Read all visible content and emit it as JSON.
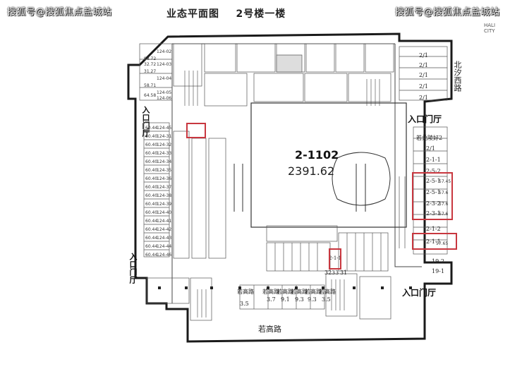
{
  "watermarks": {
    "left": "搜狐号@搜狐焦点盐城站",
    "right": "搜狐号@搜狐焦点盐城站"
  },
  "title": "业态平面图    2号楼一楼",
  "logo": {
    "line1": "HALI",
    "line2": "CITY"
  },
  "central_unit": {
    "id": "2-1102",
    "area": "2391.62"
  },
  "entrances": {
    "left_top": "入口门厅",
    "left_bottom": "入口门厅",
    "right_top": "入口门厅",
    "right_bottom": "入口门厅"
  },
  "roads": {
    "right": "北汐西路",
    "bottom": "若高路",
    "bottom_units": "若高路"
  },
  "right_column_units": [
    "2/1",
    "2/1",
    "2/1",
    "2/1",
    "2/1",
    "若兑陵好2",
    "2/1",
    "2-1-1",
    "2-5-2",
    "2-5-1",
    "2-5-1",
    "2-3-2",
    "2-3-1",
    "2-1-2",
    "2-1-1",
    "19-2",
    "19-1"
  ],
  "right_column_areas": [
    "57.45",
    "57.6",
    "57.6",
    "57.6",
    "57.65"
  ],
  "bottom_row_units": [
    "若高路",
    "若高路",
    "若高路",
    "若高路",
    "若高路",
    "若高路"
  ],
  "bottom_row_nums": [
    "3.5",
    "3.7",
    "9.1",
    "9.3",
    "9.3",
    "3.5"
  ],
  "small_units": [
    "2-1-1",
    "33",
    "32",
    "31",
    "2-1-1"
  ],
  "left_units": [
    "124-31",
    "124-32",
    "124-33",
    "124-34",
    "124-35",
    "124-36",
    "124-37",
    "124-38",
    "124-39",
    "124-40",
    "124-41",
    "124-42",
    "124-43",
    "124-44",
    "124-45",
    "124-46"
  ],
  "left_areas": [
    "60.40",
    "60.40",
    "60.40",
    "60.40",
    "60.40",
    "60.40",
    "60.40",
    "60.40",
    "60.40",
    "60.40",
    "60.44",
    "60.44",
    "60.44",
    "60.44",
    "60.44",
    "60.44"
  ],
  "top_left_units": [
    "124-02",
    "124-03",
    "124-04",
    "124-05",
    "124-06"
  ],
  "top_left_areas": [
    "32.72",
    "31.27",
    "58.71",
    "64.58",
    "98.72"
  ],
  "colors": {
    "wall": "#1a1a1a",
    "line": "#555555",
    "highlight": "#c8373f"
  }
}
